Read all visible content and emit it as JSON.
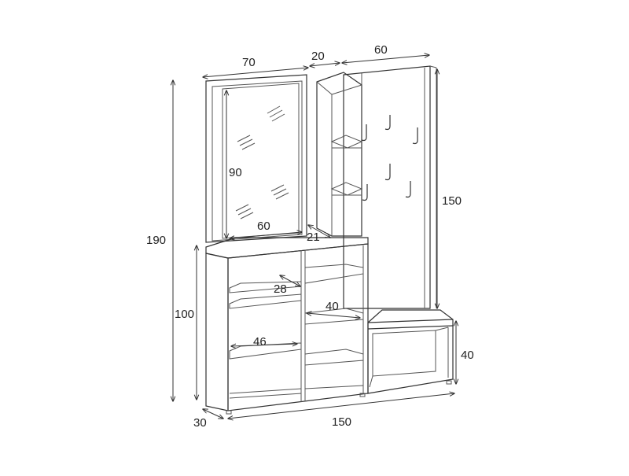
{
  "dimensions": {
    "mirror_width": "70",
    "column_width": "20",
    "panel_width": "60",
    "total_height": "190",
    "mirror_height": "90",
    "mirror_inner_width": "60",
    "column_depth": "21",
    "panel_height": "150",
    "cabinet_height": "100",
    "shelf_depth": "28",
    "shelf_width_right": "40",
    "shelf_width_left": "46",
    "bench_height": "40",
    "depth": "30",
    "total_width": "150"
  },
  "colors": {
    "line": "#333333",
    "text": "#222222",
    "background": "#ffffff"
  }
}
